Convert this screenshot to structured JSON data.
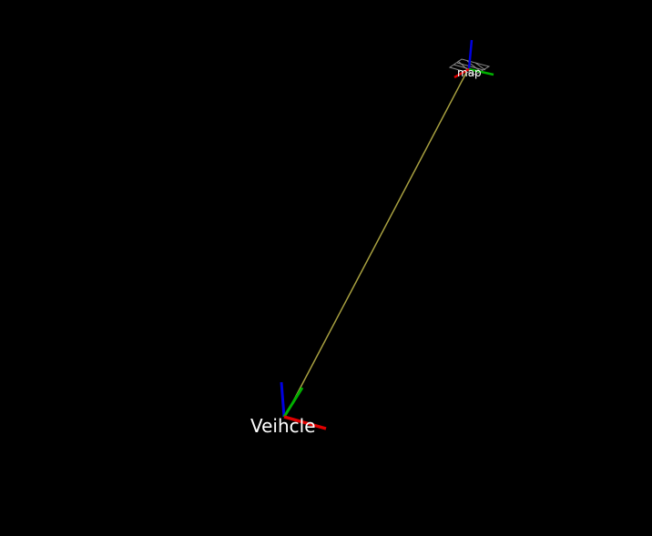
{
  "frames": {
    "map": {
      "label": "map",
      "axis_colors": {
        "x": "#e00000",
        "y": "#00b000",
        "z": "#0000e0"
      },
      "grid_color": "#8a8a8a"
    },
    "vehicle": {
      "label": "Veihcle",
      "axis_colors": {
        "x": "#e00000",
        "y": "#00b000",
        "z": "#0000e0"
      }
    }
  },
  "link": {
    "from": "map",
    "to": "Veihcle",
    "color": "#a8a040"
  },
  "background_color": "#000000"
}
